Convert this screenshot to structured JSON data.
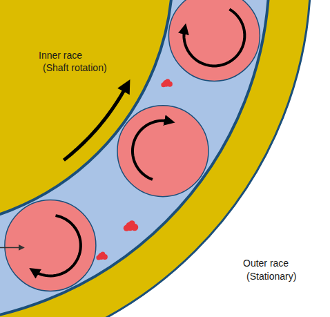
{
  "diagram": {
    "labels": [
      "Inner race",
      "(Shaft rotation)",
      "Outer race",
      "(Stationary)"
    ]
  }
}
